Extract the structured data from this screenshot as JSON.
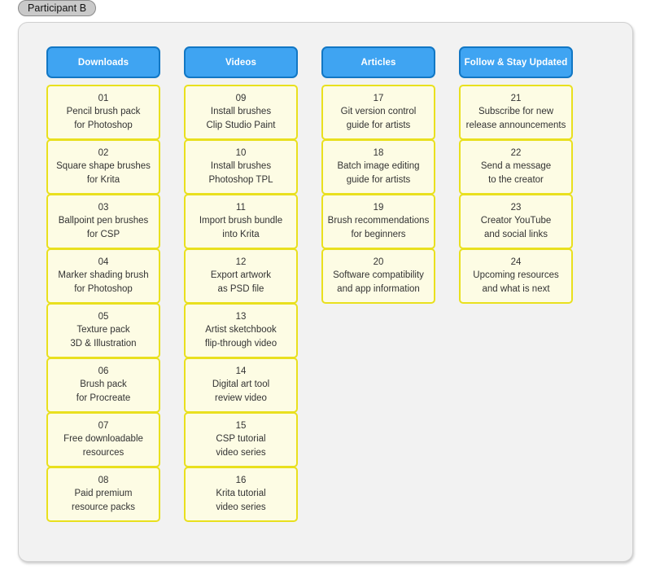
{
  "participant": {
    "label": "Participant B"
  },
  "board": {
    "columns": [
      {
        "header": "Downloads",
        "cards": [
          {
            "number": "01",
            "lines": [
              "Pencil brush pack",
              "for Photoshop"
            ]
          },
          {
            "number": "02",
            "lines": [
              "Square shape brushes",
              "for Krita"
            ]
          },
          {
            "number": "03",
            "lines": [
              "Ballpoint pen brushes",
              "for CSP"
            ]
          },
          {
            "number": "04",
            "lines": [
              "Marker shading brush",
              "for Photoshop"
            ]
          },
          {
            "number": "05",
            "lines": [
              "Texture pack",
              "3D & Illustration"
            ]
          },
          {
            "number": "06",
            "lines": [
              "Brush pack",
              "for Procreate"
            ]
          },
          {
            "number": "07",
            "lines": [
              "Free downloadable",
              "resources"
            ]
          },
          {
            "number": "08",
            "lines": [
              "Paid premium",
              "resource packs"
            ]
          }
        ]
      },
      {
        "header": "Videos",
        "cards": [
          {
            "number": "09",
            "lines": [
              "Install brushes",
              "Clip Studio Paint"
            ]
          },
          {
            "number": "10",
            "lines": [
              "Install brushes",
              "Photoshop TPL"
            ]
          },
          {
            "number": "11",
            "lines": [
              "Import brush bundle",
              "into Krita"
            ]
          },
          {
            "number": "12",
            "lines": [
              "Export artwork",
              "as PSD file"
            ]
          },
          {
            "number": "13",
            "lines": [
              "Artist sketchbook",
              "flip-through video"
            ]
          },
          {
            "number": "14",
            "lines": [
              "Digital art tool",
              "review video"
            ]
          },
          {
            "number": "15",
            "lines": [
              "CSP tutorial",
              "video series"
            ]
          },
          {
            "number": "16",
            "lines": [
              "Krita tutorial",
              "video series"
            ]
          }
        ]
      },
      {
        "header": "Articles",
        "cards": [
          {
            "number": "17",
            "lines": [
              "Git version control",
              "guide for artists"
            ]
          },
          {
            "number": "18",
            "lines": [
              "Batch image editing",
              "guide for artists"
            ]
          },
          {
            "number": "19",
            "lines": [
              "Brush recommendations",
              "for beginners"
            ]
          },
          {
            "number": "20",
            "lines": [
              "Software compatibility",
              "and app information"
            ]
          }
        ]
      },
      {
        "header": "Follow & Stay Updated",
        "cards": [
          {
            "number": "21",
            "lines": [
              "Subscribe for new",
              "release announcements"
            ]
          },
          {
            "number": "22",
            "lines": [
              "Send a message",
              "to the creator"
            ]
          },
          {
            "number": "23",
            "lines": [
              "Creator YouTube",
              "and social links"
            ]
          },
          {
            "number": "24",
            "lines": [
              "Upcoming resources",
              "and what is next"
            ]
          }
        ]
      }
    ]
  },
  "colors": {
    "header_fill": "#3fa4f2",
    "header_border": "#1277c4",
    "card_fill": "#fdfce4",
    "card_border": "#e9e01e",
    "panel_fill": "#f2f2f2",
    "pill_fill": "#c9c9c9",
    "text": "#333333"
  }
}
